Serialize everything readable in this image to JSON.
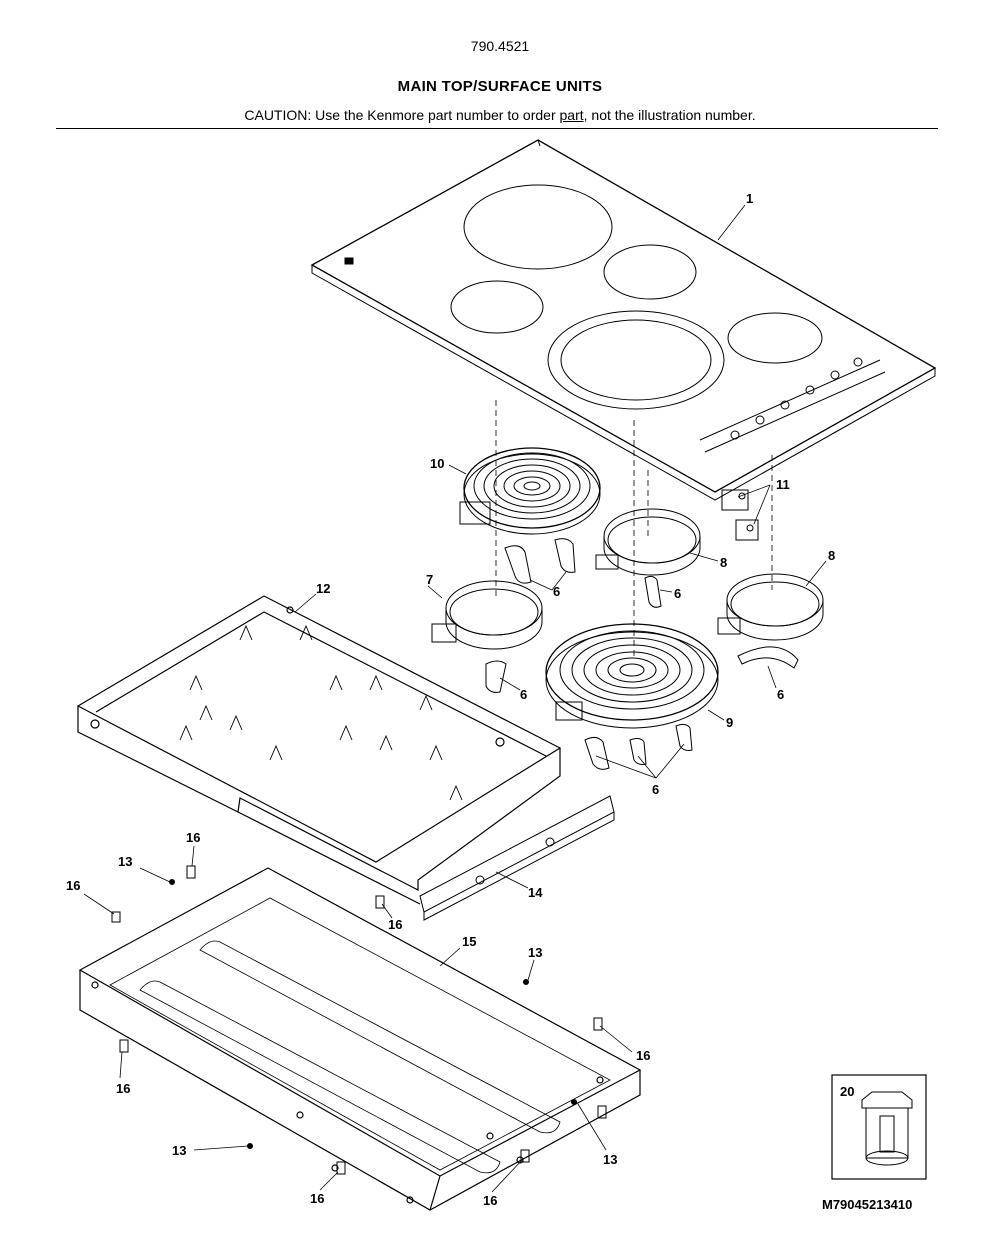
{
  "header": {
    "model": "790.4521",
    "title": "MAIN TOP/SURFACE UNITS",
    "caution_prefix": "CAUTION: Use the Kenmore part number to order ",
    "caution_link": "part",
    "caution_suffix": ", not the illustration number."
  },
  "callouts": {
    "c1": "1",
    "c6a": "6",
    "c6b": "6",
    "c6c": "6",
    "c6d": "6",
    "c6e": "6",
    "c7": "7",
    "c8a": "8",
    "c8b": "8",
    "c9": "9",
    "c10": "10",
    "c11": "11",
    "c12": "12",
    "c13a": "13",
    "c13b": "13",
    "c13c": "13",
    "c13d": "13",
    "c14": "14",
    "c15": "15",
    "c16a": "16",
    "c16b": "16",
    "c16c": "16",
    "c16d": "16",
    "c16e": "16",
    "c16f": "16",
    "c16g": "16",
    "c20": "20"
  },
  "document_number": "M79045213410"
}
